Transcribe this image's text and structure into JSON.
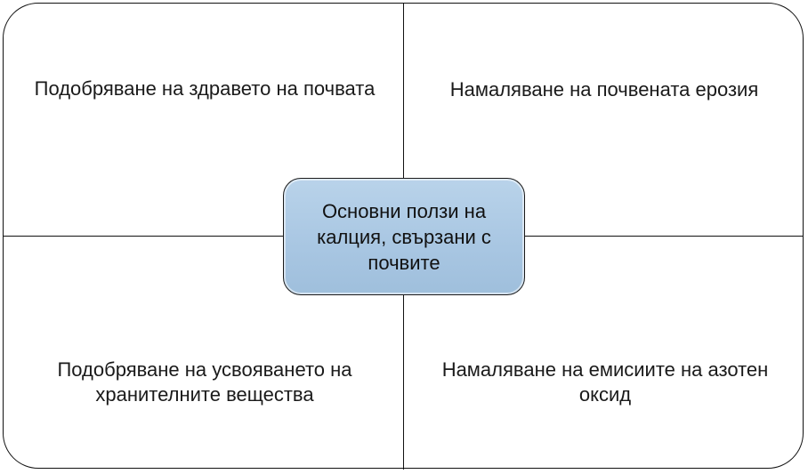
{
  "diagram": {
    "center": "Основни ползи на калция, свързани с почвите",
    "quadrants": {
      "top_left": "Подобряване на здравето на почвата",
      "top_right": "Намаляване на почвената ерозия",
      "bottom_left": "Подобряване на усвояването на хранителните вещества",
      "bottom_right": "Намаляване на емисиите на азотен оксид"
    }
  },
  "colors": {
    "center_fill": "#a8c6e2",
    "border": "#111111",
    "background": "#ffffff"
  }
}
